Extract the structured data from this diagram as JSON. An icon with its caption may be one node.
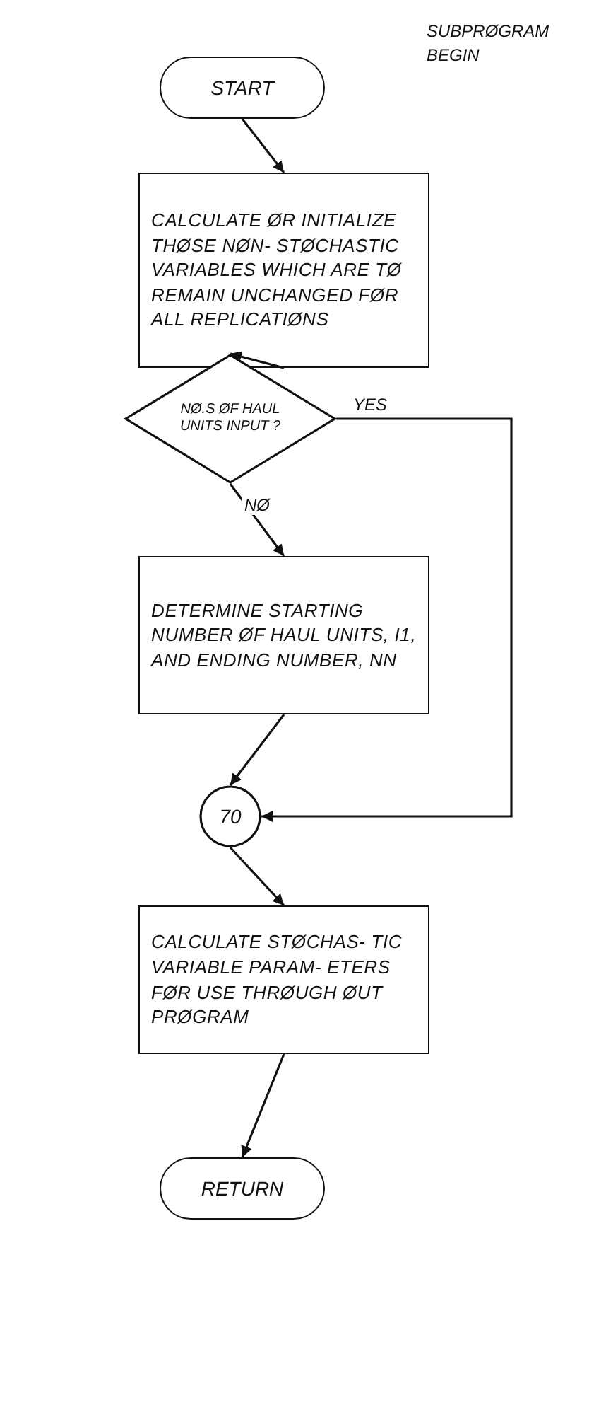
{
  "diagram": {
    "nodes": [
      {
        "text": [
          "START"
        ]
      },
      {
        "text": [
          "CALCULATE ØR INITIALIZE THØSE NØN- STØCHASTIC VARIABLES WHICH ARE TØ REMAIN UNCHANGED FØR ALL REPLICATIØNS"
        ]
      },
      {
        "text": [
          "NØ.S ØF HAUL UNITS INPUT ?"
        ]
      },
      {
        "text": [
          "DETERMINE STARTING NUMBER ØF HAUL UNITS, I1, AND ENDING NUMBER, NN"
        ]
      },
      {
        "text": [
          "70"
        ]
      },
      {
        "text": [
          "CALCULATE STØCHAS- TIC VARIABLE PARAM- ETERS FØR USE THRØUGH ØUT PRØGRAM"
        ]
      },
      {
        "text": [
          "RETURN"
        ]
      }
    ],
    "edges": [
      {
        "from": 0,
        "to": 1,
        "arrow": "to"
      },
      {
        "from": 1,
        "to": 2,
        "arrow": "to"
      },
      {
        "from": 2,
        "to": 3,
        "arrow": "to",
        "label": "NØ"
      },
      {
        "from": 2,
        "to": 4,
        "arrow": "to",
        "label": "YES"
      },
      {
        "from": 3,
        "to": 4,
        "arrow": "to"
      },
      {
        "from": 4,
        "to": 5,
        "arrow": "to"
      },
      {
        "from": 5,
        "to": 6,
        "arrow": "to"
      }
    ],
    "labels": [
      "SUBPRØGRAM BEGIN"
    ]
  }
}
